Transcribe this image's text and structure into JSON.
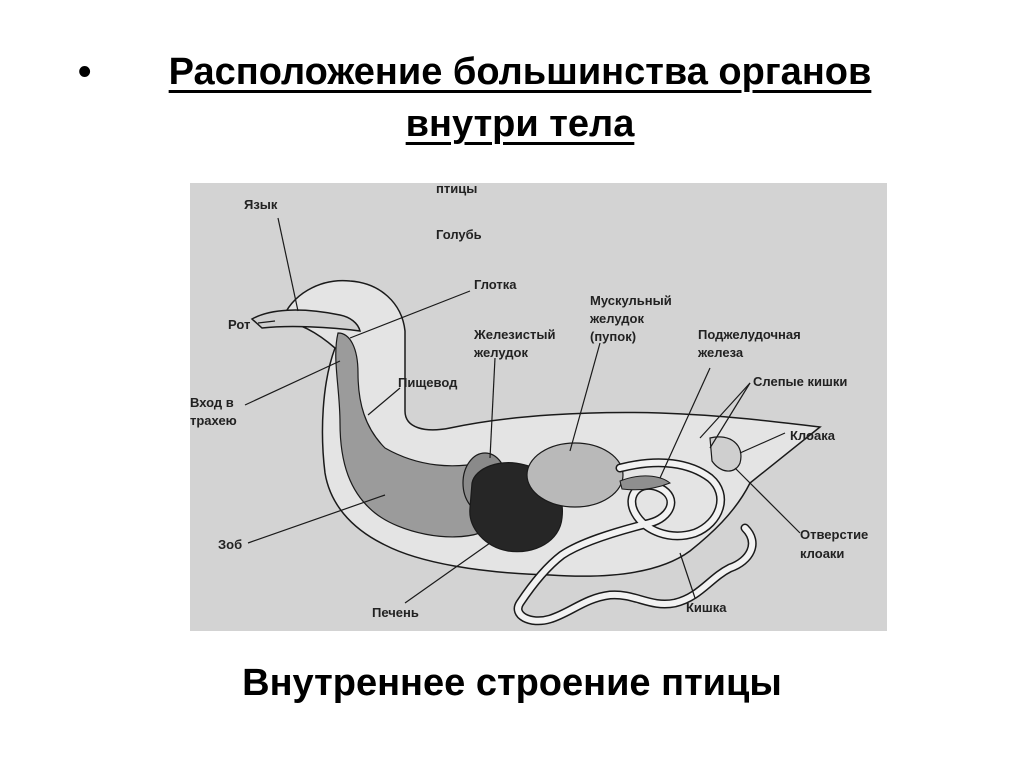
{
  "slide": {
    "bullet": "•",
    "title_line1": "Расположение большинства органов",
    "title_line2": "внутри тела",
    "caption": "Внутреннее строение птицы"
  },
  "figure": {
    "header": "птицы",
    "subject": "Голубь",
    "labels": {
      "tongue": "Язык",
      "mouth": "Рот",
      "pharynx": "Глотка",
      "trachea_entry_1": "Вход в",
      "trachea_entry_2": "трахею",
      "esophagus": "Пищевод",
      "glandular_stomach_1": "Железистый",
      "glandular_stomach_2": "желудок",
      "muscular_stomach_1": "Мускульный",
      "muscular_stomach_2": "желудок",
      "muscular_stomach_3": "(пупок)",
      "pancreas_1": "Поджелудочная",
      "pancreas_2": "железа",
      "caeca": "Слепые кишки",
      "cloaca": "Клоака",
      "cloaca_opening_1": "Отверстие",
      "cloaca_opening_2": "клоаки",
      "crop": "Зоб",
      "liver": "Печень",
      "intestine": "Кишка"
    },
    "colors": {
      "panel": "#d3d3d3",
      "body": "#e4e4e4",
      "organ": "#9b9b9b",
      "liver": "#262626",
      "gizzard": "#b9b9b9",
      "intestine": "#f2f2f2",
      "line": "#1a1a1a"
    }
  }
}
